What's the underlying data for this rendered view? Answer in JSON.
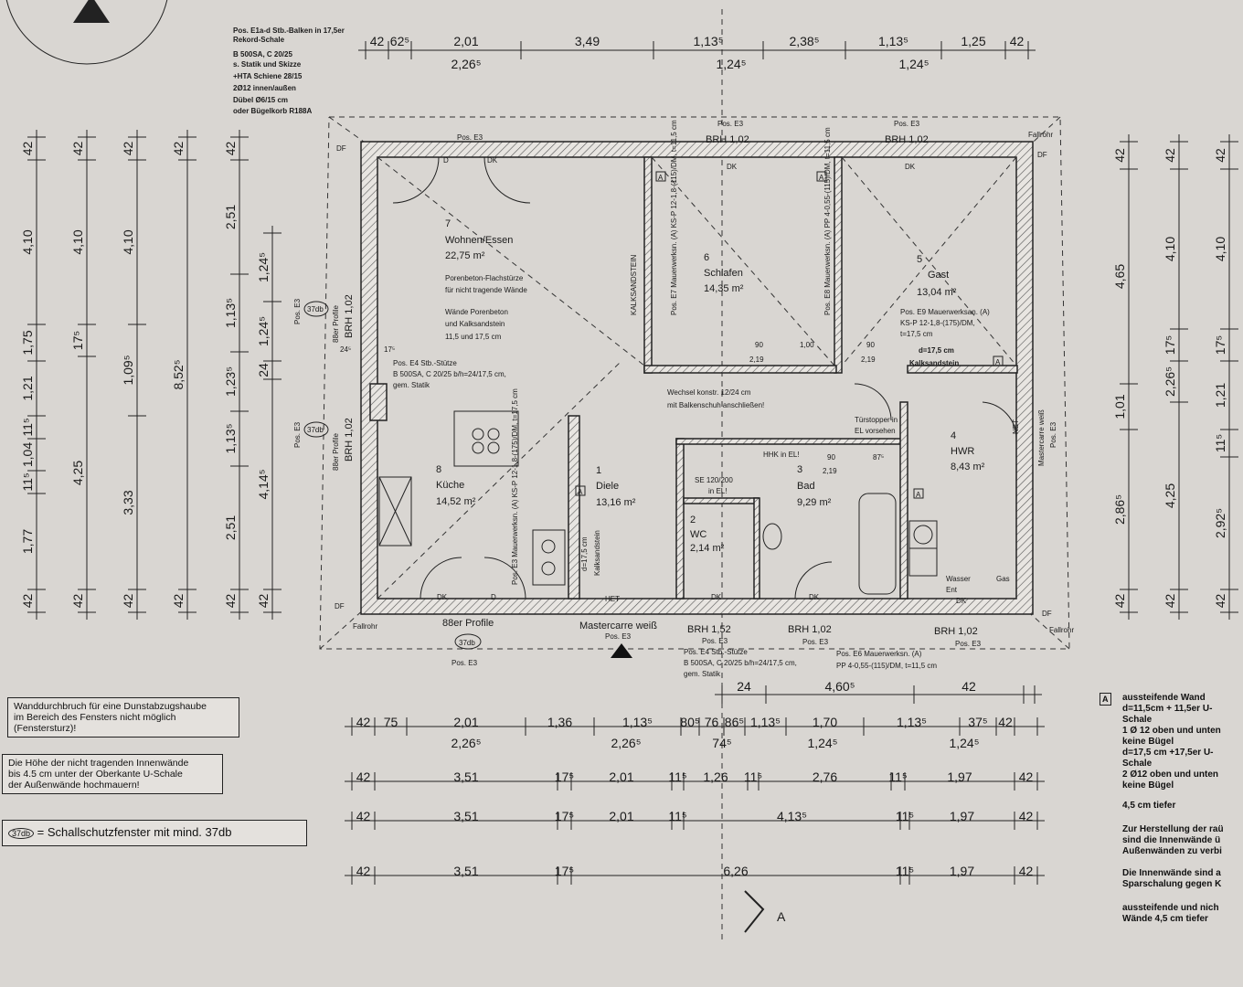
{
  "top_note": [
    "Pos. E1a-d Stb.-Balken in 17,5er",
    "Rekord-Schale",
    "B 500SA, C 20/25",
    "s. Statik und Skizze",
    "+HTA Schiene 28/15",
    "2Ø12 innen/außen",
    "Dübel Ø6/15 cm",
    "oder Bügelkorb R188A"
  ],
  "rooms": [
    {
      "num": "7",
      "name": "Wohnen/Essen",
      "area": "22,75 m²"
    },
    {
      "num": "6",
      "name": "Schlafen",
      "area": "14,35 m²"
    },
    {
      "num": "5",
      "name": "Gast",
      "area": "13,04 m²"
    },
    {
      "num": "8",
      "name": "Küche",
      "area": "14,52 m²"
    },
    {
      "num": "1",
      "name": "Diele",
      "area": "13,16 m²"
    },
    {
      "num": "2",
      "name": "WC",
      "area": "2,14 m²"
    },
    {
      "num": "3",
      "name": "Bad",
      "area": "9,29 m²"
    },
    {
      "num": "4",
      "name": "HWR",
      "area": "8,43 m²"
    }
  ],
  "plan_notes": {
    "wohnen_1": "Porenbeton-Flachstürze",
    "wohnen_2": "für nicht tragende Wände",
    "wohnen_3": "Wände Porenbeton",
    "wohnen_4": "und Kalksandstein",
    "wohnen_5": "11,5 und 17,5 cm",
    "stuetze_1": "Pos. E4 Stb.-Stütze",
    "stuetze_2": "B 500SA, C 20/25 b/h=24/17,5 cm,",
    "stuetze_3": "gem. Statik",
    "wechsel_1": "Wechsel konstr. 12/24 cm",
    "wechsel_2": "mit Balkenschuh anschließen!",
    "tuer_1": "Türstopper in",
    "tuer_2": "EL vorsehen",
    "gast_1": "Pos. E9 Mauerwerksan. (A)",
    "gast_2": "KS-P 12-1,8-(175)/DM,",
    "gast_3": "t=17,5 cm",
    "gast_4": "d=17,5 cm",
    "gast_5": "Kalksandstein",
    "kalksandstein": "KALKSANDSTEIN",
    "schlafen_w1": "Pos. E7 Mauerwerksn. (A) KS-P 12-1,8-(115)/DM, t=11,5 cm",
    "schlafen_w2": "Pos. E8 Mauerwerksn. (A) PP 4-0,55-(115)/DM, t=11,5 cm",
    "kueche_w": "Pos. E3 Mauerwerksn. (A) KS-P 12-1,8-(175)/DM, t=17,5 cm",
    "diele_w1": "d=17,5 cm",
    "diele_w2": "Kalksandstein",
    "bottom_1": "Pos. E4 Stb.-Stütze",
    "bottom_2": "B 500SA, C 20/25 b/h=24/17,5 cm,",
    "bottom_3": "gem. Statik",
    "bottom_4": "Pos. E6 Mauerwerksn. (A)",
    "bottom_5": "PP 4-0,55-(115)/DM, t=11,5 cm",
    "hhk": "HHK in EL!",
    "se": "SE 120/200",
    "in_el": "in EL!",
    "wasser": "Wasser",
    "gas": "Gas",
    "ent": "Ent",
    "wc_in_el": "in EL"
  },
  "labels": {
    "pos_e3": "Pos. E3",
    "brh": "BRH 1,02",
    "brh_152": "BRH 1,52",
    "profile": "88er Profile",
    "db": "37db",
    "mastercarre": "Mastercarre weiß",
    "fallrohr": "Fallrohr",
    "df": "DF",
    "dk": "DK",
    "d": "D",
    "het": "HET",
    "a": "A",
    "net": "NET",
    "section": "A"
  },
  "openings": {
    "w90": "90",
    "h219": "2,19",
    "h100": "1,00",
    "s875": "87⁵",
    "s24": "24⁵",
    "s175": "17⁵"
  },
  "dims_top": [
    "42",
    "62⁵",
    "2,01",
    "2,26⁵",
    "3,49",
    "1,13⁵",
    "1,24⁵",
    "2,38⁵",
    "1,13⁵",
    "1,24⁵",
    "1,25",
    "42"
  ],
  "dims_bottom": {
    "row0": [
      "24",
      "4,60⁵",
      "42"
    ],
    "row1": [
      "42",
      "75",
      "2,01",
      "1,36",
      "1,13⁵",
      "80⁵",
      "76",
      "86⁵",
      "1,13⁵",
      "1,70",
      "1,13⁵",
      "37⁵",
      "42"
    ],
    "row1_sub": [
      "2,26⁵",
      "2,26⁵",
      "74⁵",
      "1,24⁵",
      "1,24⁵"
    ],
    "row2": [
      "42",
      "3,51",
      "17⁵",
      "2,01",
      "11⁵",
      "1,26",
      "11⁵",
      "2,76",
      "11⁵",
      "1,97",
      "42"
    ],
    "row3": [
      "42",
      "3,51",
      "17⁵",
      "2,01",
      "11⁵",
      "4,13⁵",
      "11⁵",
      "1,97",
      "42"
    ],
    "row4": [
      "42",
      "3,51",
      "17⁵",
      "6,26",
      "11⁵",
      "1,97",
      "42"
    ]
  },
  "dims_left": [
    [
      "42",
      "4,10",
      "1,75",
      "1,21",
      "11⁵",
      "1,04",
      "11⁵",
      "1,77",
      "42"
    ],
    [
      "42",
      "4,10",
      "17⁵",
      "4,25",
      "42"
    ],
    [
      "42",
      "4,10",
      "1,09⁵",
      "3,33",
      "42"
    ],
    [
      "42",
      "8,52⁵",
      "42"
    ],
    [
      "42",
      "2,51",
      "1,13⁵",
      "1,23⁵",
      "1,13⁵",
      "2,51",
      "42"
    ],
    [
      "1,24⁵",
      "1,24⁵",
      "24",
      "4,14⁵",
      "42"
    ]
  ],
  "dims_right": [
    [
      "42",
      "4,65",
      "1,01",
      "2,86⁵",
      "42"
    ],
    [
      "42",
      "4,10",
      "17⁵",
      "2,26⁵",
      "4,25",
      "42"
    ],
    [
      "42",
      "4,10",
      "17⁵",
      "1,21",
      "11⁵",
      "2,92⁵",
      "42"
    ]
  ],
  "notes_left": {
    "box1": [
      "Wanddurchbruch für eine Dunstabzugshaube",
      "im Bereich des Fensters nicht möglich",
      "(Fenstersturz)!"
    ],
    "box2": [
      "Die Höhe der nicht tragenden Innenwände",
      "bis 4.5 cm unter der Oberkante U-Schale",
      "der Außenwände hochmauern!"
    ],
    "legend_symbol": "37db",
    "legend_text": "= Schallschutzfenster mit mind. 37db"
  },
  "notes_right": {
    "symbol": "A",
    "lines1": [
      "aussteifende Wand",
      "d=11,5cm + 11,5er U-",
      "Schale",
      "1 Ø 12 oben und unten",
      "keine Bügel",
      "d=17,5 cm +17,5er U-",
      "Schale",
      "2 Ø12 oben und unten",
      "keine Bügel"
    ],
    "line2": "4,5 cm tiefer",
    "lines3": [
      "Zur Herstellung der raü",
      "sind die Innenwände ü",
      "Außenwänden zu verbi"
    ],
    "lines4": [
      "Die Innenwände sind a",
      "Sparschalung gegen K"
    ],
    "lines5": [
      "aussteifende und nich",
      "Wände 4,5 cm tiefer"
    ]
  }
}
